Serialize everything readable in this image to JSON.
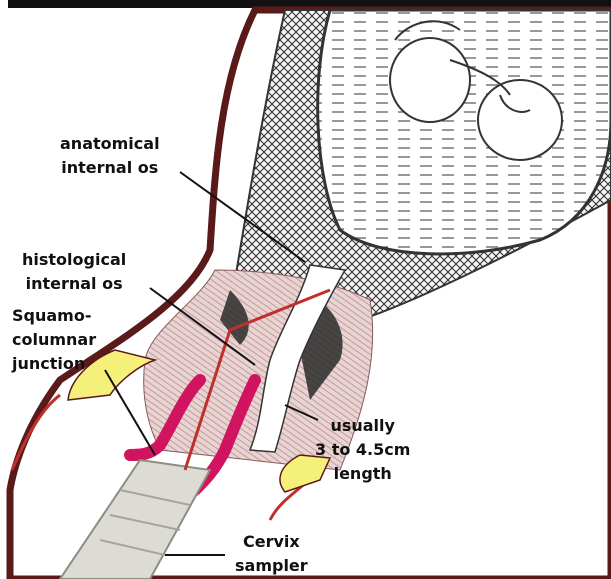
{
  "labels": {
    "anatomical_os": [
      "anatomical",
      "internal os"
    ],
    "histological_os": [
      "histological",
      "internal os"
    ],
    "scj": [
      "Squamo-",
      "columnar",
      "junction"
    ],
    "length": [
      "usually",
      "3 to 4.5cm",
      "length"
    ],
    "sampler": [
      "Cervix",
      "sampler"
    ]
  },
  "colors": {
    "outline": "#5a1a1a",
    "tissue": "#d9b4b4",
    "mesh": "#2a2a2a",
    "epithelium": "#d0145f",
    "mucosa": "#f5f07a",
    "amniotic_lines": "#555555",
    "sampler": "#dcdcd4",
    "red_line": "#c0302a"
  }
}
